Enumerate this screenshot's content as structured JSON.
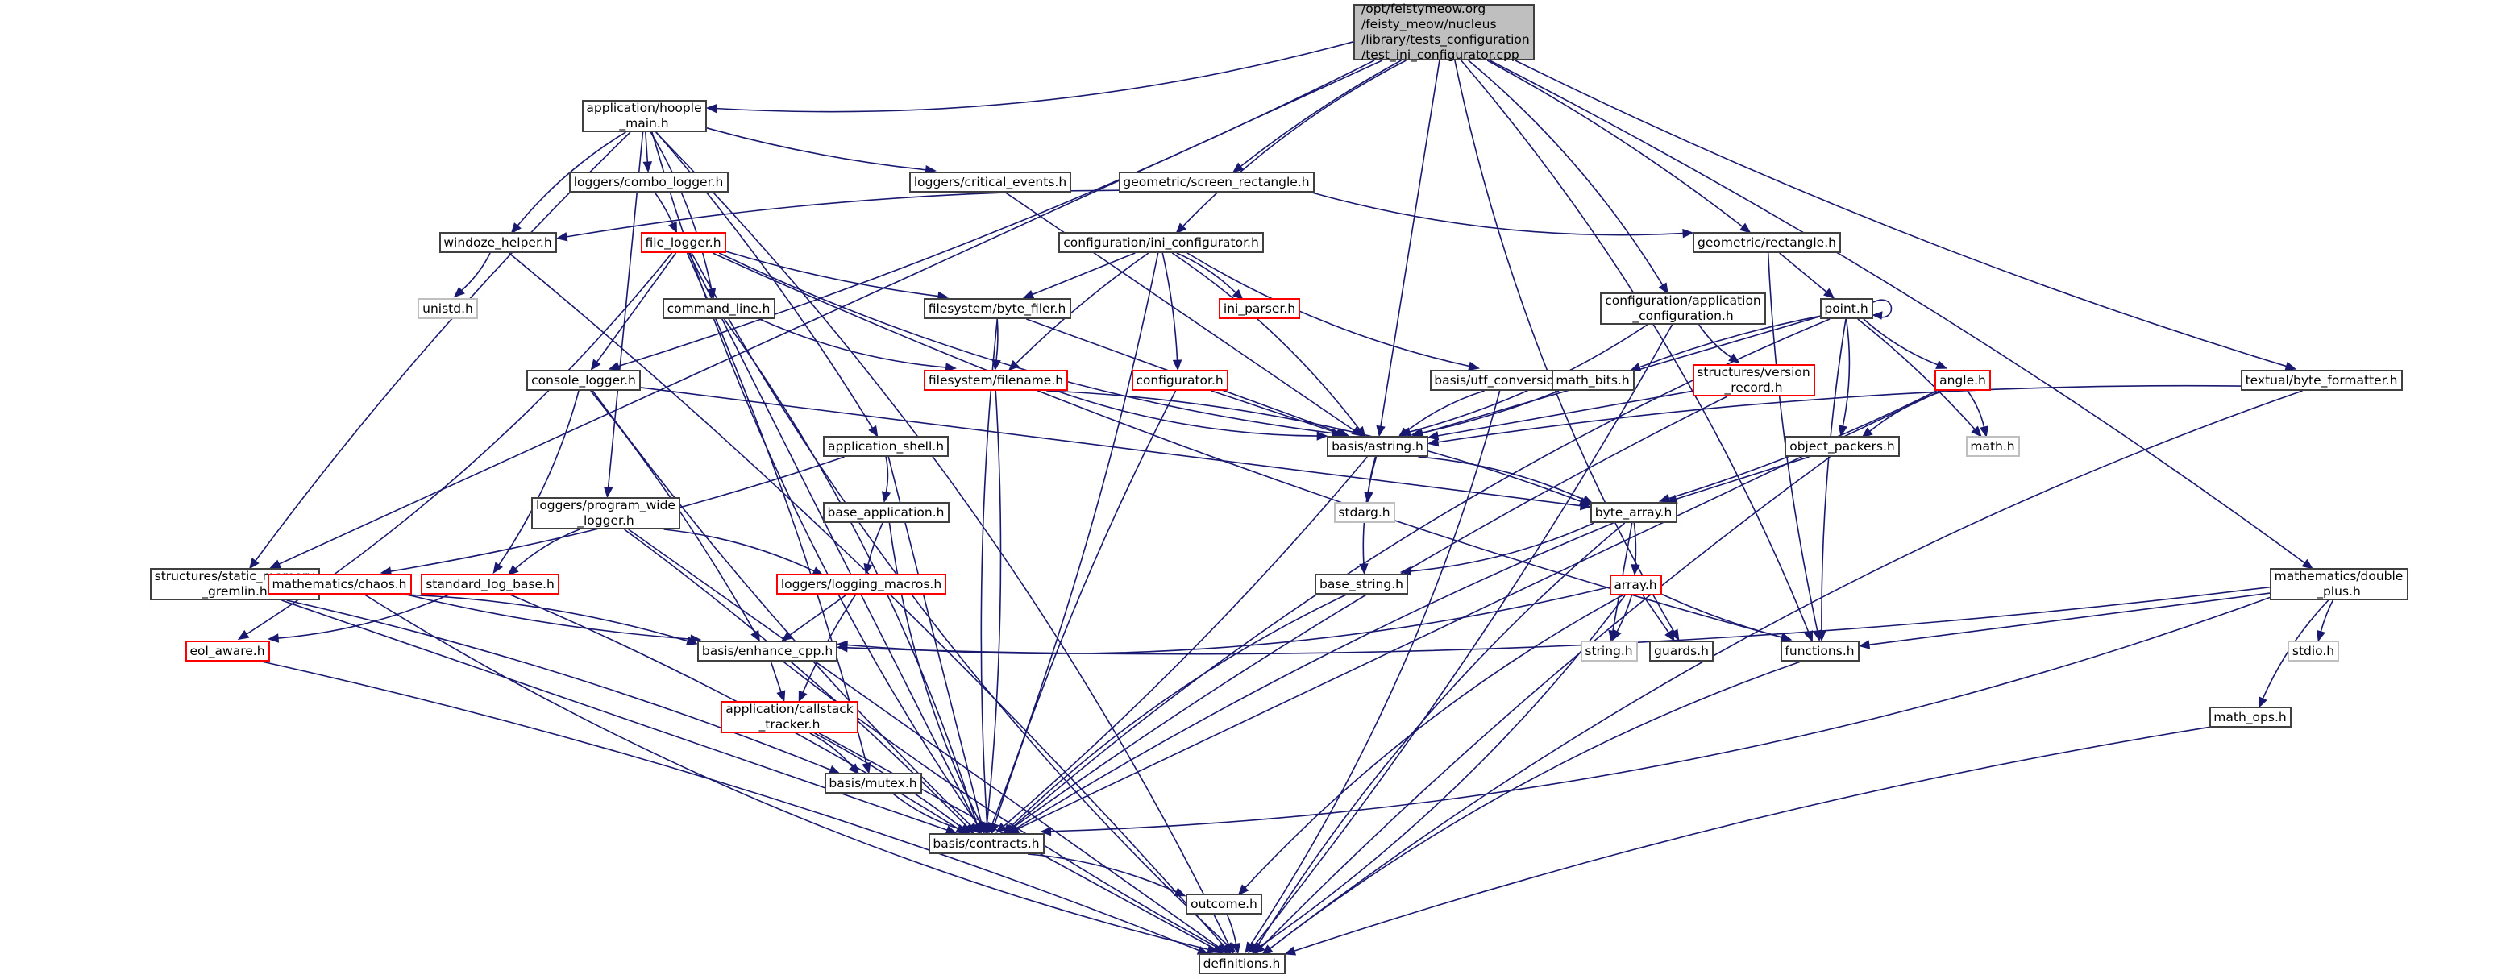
{
  "graph": {
    "title": "Include dependency graph for test_ini_configurator.cpp",
    "colors": {
      "edge": "#191970",
      "root_fill": "#bfbfbf",
      "node_border": "#404040",
      "undocumented_border": "#ff0000",
      "external_border": "#bfbfbf"
    },
    "nodes": [
      {
        "id": "root",
        "label": "/opt/feistymeow.org\n/feisty_meow/nucleus\n/library/tests_configuration\n/test_ini_configurator.cpp",
        "kind": "root"
      },
      {
        "id": "hoople_main",
        "label": "application/hoople\n_main.h",
        "kind": "normal"
      },
      {
        "id": "combo_logger",
        "label": "loggers/combo_logger.h",
        "kind": "normal"
      },
      {
        "id": "critical_events",
        "label": "loggers/critical_events.h",
        "kind": "normal"
      },
      {
        "id": "screen_rectangle",
        "label": "geometric/screen_rectangle.h",
        "kind": "normal"
      },
      {
        "id": "windoze_helper",
        "label": "windoze_helper.h",
        "kind": "normal"
      },
      {
        "id": "unistd",
        "label": "unistd.h",
        "kind": "external"
      },
      {
        "id": "file_logger",
        "label": "file_logger.h",
        "kind": "red"
      },
      {
        "id": "ini_configurator",
        "label": "configuration/ini_configurator.h",
        "kind": "normal"
      },
      {
        "id": "rectangle",
        "label": "geometric/rectangle.h",
        "kind": "normal"
      },
      {
        "id": "ini_parser",
        "label": "ini_parser.h",
        "kind": "red"
      },
      {
        "id": "command_line",
        "label": "command_line.h",
        "kind": "normal"
      },
      {
        "id": "byte_filer",
        "label": "filesystem/byte_filer.h",
        "kind": "normal"
      },
      {
        "id": "app_configuration",
        "label": "configuration/application\n_configuration.h",
        "kind": "normal"
      },
      {
        "id": "point",
        "label": "point.h",
        "kind": "normal"
      },
      {
        "id": "console_logger",
        "label": "console_logger.h",
        "kind": "normal"
      },
      {
        "id": "filename",
        "label": "filesystem/filename.h",
        "kind": "red"
      },
      {
        "id": "configurator",
        "label": "configurator.h",
        "kind": "red"
      },
      {
        "id": "utf_conversion",
        "label": "basis/utf_conversion.h",
        "kind": "normal"
      },
      {
        "id": "math_bits",
        "label": "math_bits.h",
        "kind": "normal"
      },
      {
        "id": "version_record",
        "label": "structures/version\n_record.h",
        "kind": "red"
      },
      {
        "id": "angle",
        "label": "angle.h",
        "kind": "red"
      },
      {
        "id": "byte_formatter",
        "label": "textual/byte_formatter.h",
        "kind": "normal"
      },
      {
        "id": "application_shell",
        "label": "application_shell.h",
        "kind": "normal"
      },
      {
        "id": "astring",
        "label": "basis/astring.h",
        "kind": "normal"
      },
      {
        "id": "object_packers",
        "label": "object_packers.h",
        "kind": "normal"
      },
      {
        "id": "math_h",
        "label": "math.h",
        "kind": "external"
      },
      {
        "id": "program_wide_logger",
        "label": "loggers/program_wide\n_logger.h",
        "kind": "normal"
      },
      {
        "id": "base_application",
        "label": "base_application.h",
        "kind": "normal"
      },
      {
        "id": "stdarg",
        "label": "stdarg.h",
        "kind": "external"
      },
      {
        "id": "byte_array",
        "label": "byte_array.h",
        "kind": "normal"
      },
      {
        "id": "static_memory_gremlin",
        "label": "structures/static_memory\n_gremlin.h",
        "kind": "normal"
      },
      {
        "id": "chaos",
        "label": "mathematics/chaos.h",
        "kind": "red"
      },
      {
        "id": "standard_log_base",
        "label": "standard_log_base.h",
        "kind": "red"
      },
      {
        "id": "logging_macros",
        "label": "loggers/logging_macros.h",
        "kind": "red"
      },
      {
        "id": "base_string",
        "label": "base_string.h",
        "kind": "normal"
      },
      {
        "id": "array",
        "label": "array.h",
        "kind": "red"
      },
      {
        "id": "double_plus",
        "label": "mathematics/double\n_plus.h",
        "kind": "normal"
      },
      {
        "id": "eol_aware",
        "label": "eol_aware.h",
        "kind": "red"
      },
      {
        "id": "enhance_cpp",
        "label": "basis/enhance_cpp.h",
        "kind": "normal"
      },
      {
        "id": "string_h",
        "label": "string.h",
        "kind": "external"
      },
      {
        "id": "guards",
        "label": "guards.h",
        "kind": "normal"
      },
      {
        "id": "functions",
        "label": "functions.h",
        "kind": "normal"
      },
      {
        "id": "stdio",
        "label": "stdio.h",
        "kind": "external"
      },
      {
        "id": "callstack_tracker",
        "label": "application/callstack\n_tracker.h",
        "kind": "red"
      },
      {
        "id": "math_ops",
        "label": "math_ops.h",
        "kind": "normal"
      },
      {
        "id": "mutex",
        "label": "basis/mutex.h",
        "kind": "normal"
      },
      {
        "id": "contracts",
        "label": "basis/contracts.h",
        "kind": "normal"
      },
      {
        "id": "outcome",
        "label": "outcome.h",
        "kind": "normal"
      },
      {
        "id": "definitions",
        "label": "definitions.h",
        "kind": "normal"
      }
    ],
    "edges": [
      [
        "root",
        "hoople_main"
      ],
      [
        "root",
        "console_logger"
      ],
      [
        "root",
        "static_memory_gremlin"
      ],
      [
        "root",
        "screen_rectangle"
      ],
      [
        "root",
        "ini_configurator"
      ],
      [
        "root",
        "app_configuration"
      ],
      [
        "root",
        "rectangle"
      ],
      [
        "root",
        "astring"
      ],
      [
        "root",
        "byte_formatter"
      ],
      [
        "root",
        "guards"
      ],
      [
        "root",
        "functions"
      ],
      [
        "root",
        "double_plus"
      ],
      [
        "hoople_main",
        "combo_logger"
      ],
      [
        "hoople_main",
        "critical_events"
      ],
      [
        "hoople_main",
        "windoze_helper"
      ],
      [
        "hoople_main",
        "command_line"
      ],
      [
        "hoople_main",
        "application_shell"
      ],
      [
        "hoople_main",
        "program_wide_logger"
      ],
      [
        "hoople_main",
        "static_memory_gremlin"
      ],
      [
        "hoople_main",
        "contracts"
      ],
      [
        "hoople_main",
        "definitions"
      ],
      [
        "combo_logger",
        "file_logger"
      ],
      [
        "critical_events",
        "astring"
      ],
      [
        "screen_rectangle",
        "windoze_helper"
      ],
      [
        "screen_rectangle",
        "rectangle"
      ],
      [
        "windoze_helper",
        "unistd"
      ],
      [
        "windoze_helper",
        "definitions"
      ],
      [
        "file_logger",
        "console_logger"
      ],
      [
        "file_logger",
        "byte_filer"
      ],
      [
        "file_logger",
        "astring"
      ],
      [
        "file_logger",
        "eol_aware"
      ],
      [
        "file_logger",
        "mutex"
      ],
      [
        "file_logger",
        "contracts"
      ],
      [
        "file_logger",
        "functions"
      ],
      [
        "file_logger",
        "definitions"
      ],
      [
        "ini_configurator",
        "ini_parser"
      ],
      [
        "ini_configurator",
        "configurator"
      ],
      [
        "ini_configurator",
        "byte_filer"
      ],
      [
        "ini_configurator",
        "filename"
      ],
      [
        "ini_configurator",
        "utf_conversion"
      ],
      [
        "ini_configurator",
        "astring"
      ],
      [
        "ini_configurator",
        "contracts"
      ],
      [
        "rectangle",
        "point"
      ],
      [
        "rectangle",
        "functions"
      ],
      [
        "command_line",
        "filename"
      ],
      [
        "command_line",
        "contracts"
      ],
      [
        "byte_filer",
        "filename"
      ],
      [
        "byte_filer",
        "astring"
      ],
      [
        "byte_filer",
        "contracts"
      ],
      [
        "app_configuration",
        "version_record"
      ],
      [
        "app_configuration",
        "astring"
      ],
      [
        "app_configuration",
        "definitions"
      ],
      [
        "point",
        "point"
      ],
      [
        "point",
        "math_bits"
      ],
      [
        "point",
        "angle"
      ],
      [
        "point",
        "object_packers"
      ],
      [
        "point",
        "math_h"
      ],
      [
        "point",
        "astring"
      ],
      [
        "point",
        "functions"
      ],
      [
        "point",
        "contracts"
      ],
      [
        "console_logger",
        "standard_log_base"
      ],
      [
        "console_logger",
        "enhance_cpp"
      ],
      [
        "console_logger",
        "byte_array"
      ],
      [
        "console_logger",
        "contracts"
      ],
      [
        "filename",
        "astring"
      ],
      [
        "filename",
        "byte_array"
      ],
      [
        "filename",
        "contracts"
      ],
      [
        "configurator",
        "astring"
      ],
      [
        "configurator",
        "contracts"
      ],
      [
        "utf_conversion",
        "astring"
      ],
      [
        "utf_conversion",
        "definitions"
      ],
      [
        "math_bits",
        "astring"
      ],
      [
        "version_record",
        "astring"
      ],
      [
        "version_record",
        "contracts"
      ],
      [
        "angle",
        "object_packers"
      ],
      [
        "angle",
        "math_h"
      ],
      [
        "angle",
        "byte_array"
      ],
      [
        "angle",
        "contracts"
      ],
      [
        "byte_formatter",
        "astring"
      ],
      [
        "byte_formatter",
        "definitions"
      ],
      [
        "application_shell",
        "base_application"
      ],
      [
        "application_shell",
        "chaos"
      ],
      [
        "application_shell",
        "contracts"
      ],
      [
        "astring",
        "stdarg"
      ],
      [
        "astring",
        "base_string"
      ],
      [
        "astring",
        "byte_array"
      ],
      [
        "astring",
        "contracts"
      ],
      [
        "object_packers",
        "byte_array"
      ],
      [
        "object_packers",
        "definitions"
      ],
      [
        "program_wide_logger",
        "standard_log_base"
      ],
      [
        "program_wide_logger",
        "logging_macros"
      ],
      [
        "program_wide_logger",
        "contracts"
      ],
      [
        "program_wide_logger",
        "definitions"
      ],
      [
        "base_application",
        "logging_macros"
      ],
      [
        "base_application",
        "contracts"
      ],
      [
        "byte_array",
        "base_string"
      ],
      [
        "byte_array",
        "array"
      ],
      [
        "byte_array",
        "string_h"
      ],
      [
        "byte_array",
        "contracts"
      ],
      [
        "byte_array",
        "definitions"
      ],
      [
        "static_memory_gremlin",
        "enhance_cpp"
      ],
      [
        "static_memory_gremlin",
        "mutex"
      ],
      [
        "static_memory_gremlin",
        "contracts"
      ],
      [
        "chaos",
        "enhance_cpp"
      ],
      [
        "chaos",
        "definitions"
      ],
      [
        "standard_log_base",
        "eol_aware"
      ],
      [
        "standard_log_base",
        "contracts"
      ],
      [
        "logging_macros",
        "enhance_cpp"
      ],
      [
        "logging_macros",
        "callstack_tracker"
      ],
      [
        "base_string",
        "contracts"
      ],
      [
        "array",
        "enhance_cpp"
      ],
      [
        "array",
        "string_h"
      ],
      [
        "array",
        "guards"
      ],
      [
        "array",
        "functions"
      ],
      [
        "array",
        "outcome"
      ],
      [
        "array",
        "definitions"
      ],
      [
        "double_plus",
        "enhance_cpp"
      ],
      [
        "double_plus",
        "functions"
      ],
      [
        "double_plus",
        "stdio"
      ],
      [
        "double_plus",
        "math_ops"
      ],
      [
        "double_plus",
        "contracts"
      ],
      [
        "eol_aware",
        "definitions"
      ],
      [
        "enhance_cpp",
        "callstack_tracker"
      ],
      [
        "enhance_cpp",
        "definitions"
      ],
      [
        "functions",
        "definitions"
      ],
      [
        "callstack_tracker",
        "mutex"
      ],
      [
        "callstack_tracker",
        "contracts"
      ],
      [
        "callstack_tracker",
        "definitions"
      ],
      [
        "math_ops",
        "definitions"
      ],
      [
        "mutex",
        "contracts"
      ],
      [
        "contracts",
        "outcome"
      ],
      [
        "outcome",
        "definitions"
      ]
    ]
  }
}
